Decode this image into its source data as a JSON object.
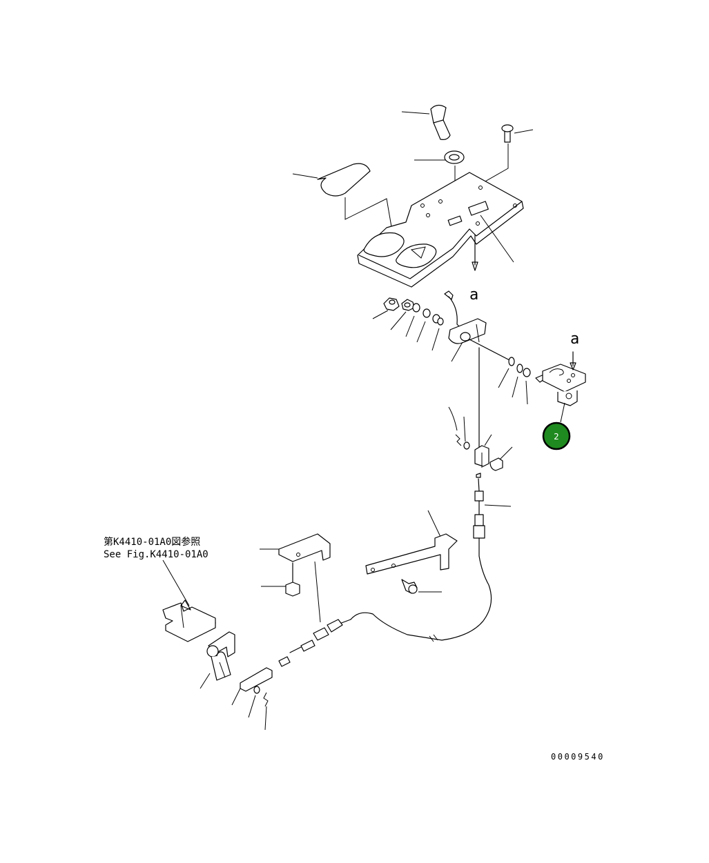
{
  "reference_note": {
    "line1": "第K4410-01A0図参照",
    "line2": "See Fig.K4410-01A0"
  },
  "view_labels": {
    "top": "a",
    "side": "a"
  },
  "callout": {
    "number": "2",
    "color": "#1f8a1f"
  },
  "drawing_number": "00009540"
}
